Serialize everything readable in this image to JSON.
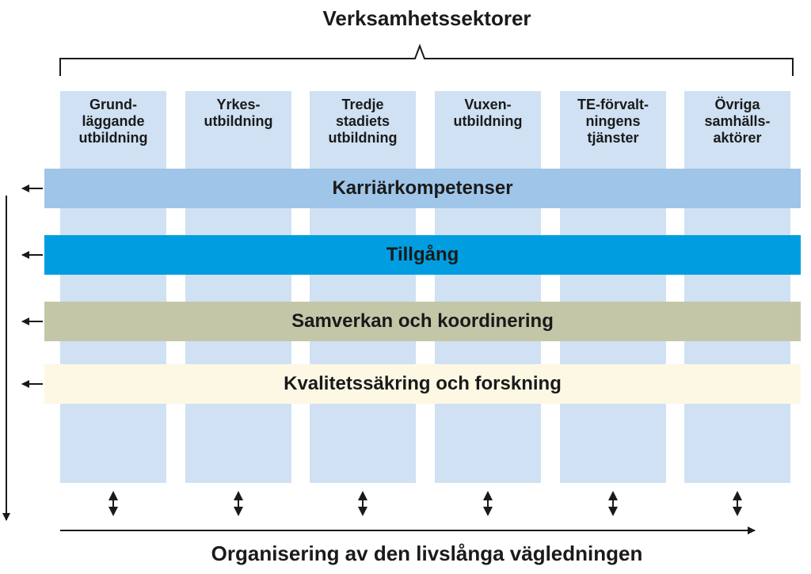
{
  "diagram": {
    "title": "Verksamhetssektorer",
    "bottom_label": "Organisering av den livslånga vägledningen",
    "sectors": [
      "Grund-\nläggande\nutbildning",
      "Yrkes-\nutbildning",
      "Tredje\nstadiets\nutbildning",
      "Vuxen-\nutbildning",
      "TE-förvalt-\nningens\ntjänster",
      "Övriga\nsamhälls-\naktörer"
    ],
    "bands": [
      {
        "label": "Karriärkompetenser",
        "color": "#9fc5e8"
      },
      {
        "label": "Tillgång",
        "color": "#009ee0"
      },
      {
        "label": "Samverkan och koordinering",
        "color": "#c4c6a8"
      },
      {
        "label": "Kvalitetssäkring och forskning",
        "color": "#fdf8e4"
      }
    ],
    "icons": {
      "band_arrow": "left-arrow-icon",
      "sector_arrow": "up-down-arrow-icon",
      "vertical_arrow": "down-arrow-icon",
      "horizontal_arrow": "right-arrow-icon",
      "bracket": "curly-brace-icon"
    }
  }
}
